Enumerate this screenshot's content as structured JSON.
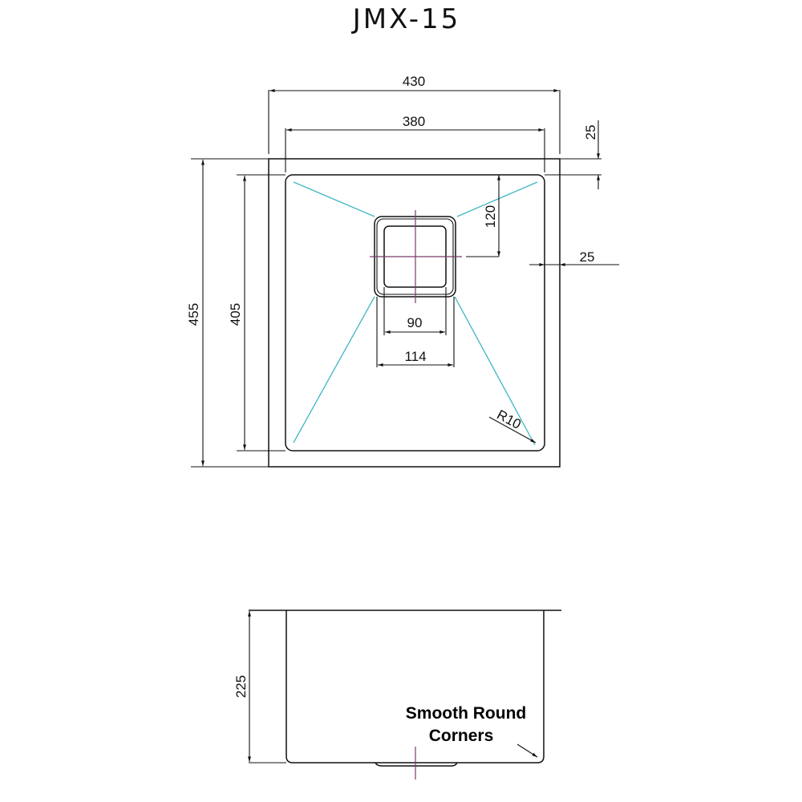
{
  "title": "JMX-15",
  "top_view": {
    "overall_width": "430",
    "bowl_width": "380",
    "overall_depth": "455",
    "bowl_depth": "405",
    "flange_top": "25",
    "flange_side": "25",
    "drain_offset_from_back": "120",
    "drain_inner_width": "90",
    "drain_outer_width": "114",
    "corner_radius": "R10"
  },
  "side_view": {
    "bowl_height": "225",
    "note_line1": "Smooth Round",
    "note_line2": "Corners"
  },
  "colors": {
    "line": "#111111",
    "slope_lines": "#3fb6c0",
    "center_lines": "#7a3a6a"
  }
}
